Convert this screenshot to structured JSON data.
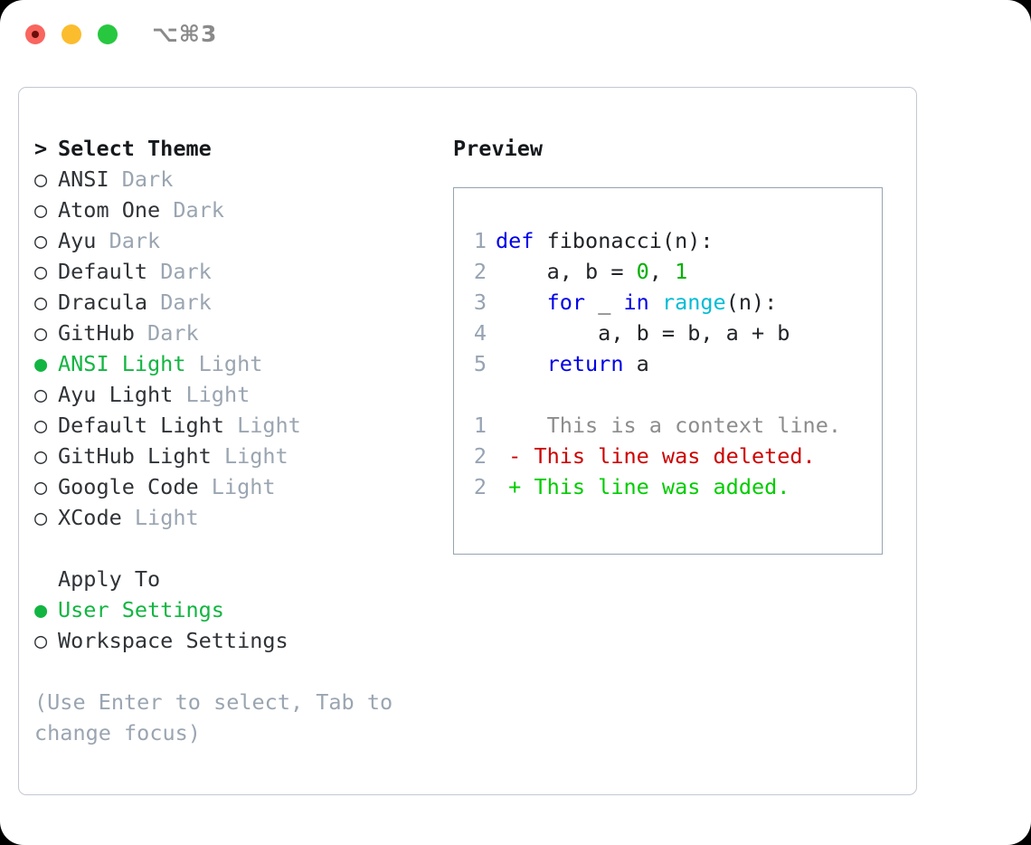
{
  "titlebar": {
    "shortcut": "⌥⌘3",
    "buttons": [
      {
        "name": "close",
        "color": "#f9655f"
      },
      {
        "name": "minimize",
        "color": "#fbbd2e"
      },
      {
        "name": "maximize",
        "color": "#27c840"
      }
    ]
  },
  "left": {
    "header_marker": ">",
    "header": "Select Theme",
    "themes": [
      {
        "marker": "○",
        "name": "ANSI",
        "kind": "Dark",
        "selected": false
      },
      {
        "marker": "○",
        "name": "Atom One",
        "kind": "Dark",
        "selected": false
      },
      {
        "marker": "○",
        "name": "Ayu",
        "kind": "Dark",
        "selected": false
      },
      {
        "marker": "○",
        "name": "Default",
        "kind": "Dark",
        "selected": false
      },
      {
        "marker": "○",
        "name": "Dracula",
        "kind": "Dark",
        "selected": false
      },
      {
        "marker": "○",
        "name": "GitHub",
        "kind": "Dark",
        "selected": false
      },
      {
        "marker": "●",
        "name": "ANSI Light",
        "kind": "Light",
        "selected": true
      },
      {
        "marker": "○",
        "name": "Ayu Light",
        "kind": "Light",
        "selected": false
      },
      {
        "marker": "○",
        "name": "Default Light",
        "kind": "Light",
        "selected": false
      },
      {
        "marker": "○",
        "name": "GitHub Light",
        "kind": "Light",
        "selected": false
      },
      {
        "marker": "○",
        "name": "Google Code",
        "kind": "Light",
        "selected": false
      },
      {
        "marker": "○",
        "name": "XCode",
        "kind": "Light",
        "selected": false
      }
    ],
    "apply_to_header": "Apply To",
    "apply_to": [
      {
        "marker": "●",
        "label": "User Settings",
        "selected": true
      },
      {
        "marker": "○",
        "label": "Workspace Settings",
        "selected": false
      }
    ],
    "hint": "(Use Enter to select, Tab to change focus)"
  },
  "right": {
    "preview_title": "Preview",
    "code": [
      {
        "ln": "1",
        "tokens": [
          {
            "t": "def",
            "c": "kw"
          },
          {
            "t": " ",
            "c": "plain"
          },
          {
            "t": "fibonacci(n):",
            "c": "fn"
          }
        ]
      },
      {
        "ln": "2",
        "tokens": [
          {
            "t": "    a, b = ",
            "c": "plain"
          },
          {
            "t": "0",
            "c": "num"
          },
          {
            "t": ", ",
            "c": "plain"
          },
          {
            "t": "1",
            "c": "num"
          }
        ]
      },
      {
        "ln": "3",
        "tokens": [
          {
            "t": "    ",
            "c": "plain"
          },
          {
            "t": "for",
            "c": "kw"
          },
          {
            "t": " _ ",
            "c": "plain"
          },
          {
            "t": "in",
            "c": "kw"
          },
          {
            "t": " ",
            "c": "plain"
          },
          {
            "t": "range",
            "c": "builtin"
          },
          {
            "t": "(n):",
            "c": "plain"
          }
        ]
      },
      {
        "ln": "4",
        "tokens": [
          {
            "t": "        a, b = b, a + b",
            "c": "plain"
          }
        ]
      },
      {
        "ln": "5",
        "tokens": [
          {
            "t": "    ",
            "c": "plain"
          },
          {
            "t": "return",
            "c": "kw"
          },
          {
            "t": " a",
            "c": "plain"
          }
        ]
      }
    ],
    "diff": [
      {
        "ln": "1",
        "sign": " ",
        "text": "  This is a context line.",
        "kind": "ctx"
      },
      {
        "ln": "2",
        "sign": "-",
        "text": " This line was deleted.",
        "kind": "del"
      },
      {
        "ln": "2",
        "sign": "+",
        "text": " This line was added.",
        "kind": "add"
      }
    ]
  },
  "colors": {
    "accent_green": "#13b542",
    "muted": "#9aa5b1",
    "keyword": "#0000e6",
    "builtin": "#00bcd4",
    "number": "#00b000",
    "diff_delete": "#cc0000",
    "diff_add": "#00cc00",
    "panel_border": "#c3c8d2",
    "preview_border": "#97a3b3"
  }
}
